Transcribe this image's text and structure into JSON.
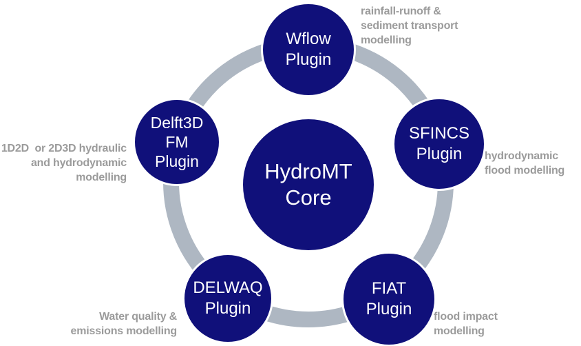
{
  "colors": {
    "node_fill": "#10107a",
    "node_text": "#ffffff",
    "ring": "#aeb7c2",
    "annotation_text": "#9b9b9b",
    "background": "#ffffff"
  },
  "diagram": {
    "core": {
      "label": "HydroMT\nCore"
    },
    "plugins": [
      {
        "id": "wflow",
        "label": "Wflow\nPlugin",
        "annotation": "rainfall-runoff &\nsediment transport\nmodelling",
        "position": "top"
      },
      {
        "id": "sfincs",
        "label": "SFINCS\nPlugin",
        "annotation": "hydrodynamic\nflood modelling",
        "position": "right"
      },
      {
        "id": "fiat",
        "label": "FIAT\nPlugin",
        "annotation": "flood impact\nmodelling",
        "position": "bottom-right"
      },
      {
        "id": "delwaq",
        "label": "DELWAQ\nPlugin",
        "annotation": "Water quality &\nemissions modelling",
        "position": "bottom-left"
      },
      {
        "id": "delft3d-fm",
        "label": "Delft3D\nFM\nPlugin",
        "annotation": "1D2D  or 2D3D hydraulic\nand hydrodynamic\nmodelling",
        "position": "left"
      }
    ]
  }
}
